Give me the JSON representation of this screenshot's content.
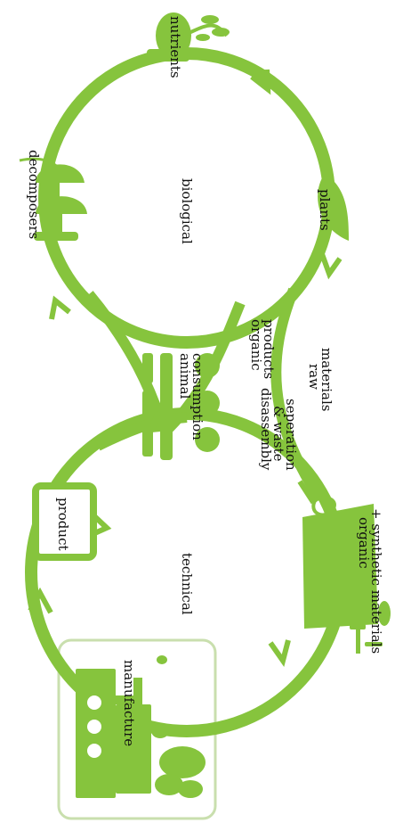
{
  "colors": {
    "primary": "#86c43d",
    "light": "#c9dfae",
    "text": "#111111",
    "background": "#ffffff"
  },
  "cycles": {
    "biological": "biological",
    "technical": "technical"
  },
  "nodes": {
    "nutrients": "nutrients",
    "plants": "plants",
    "decomposers": "decomposers",
    "organic_products": [
      "organic",
      "products"
    ],
    "animal_consumption": [
      "animal",
      "consumption"
    ],
    "raw_materials": [
      "raw",
      "materials"
    ],
    "disassembly": [
      "disassembly",
      "& waste",
      "seperation"
    ],
    "materials": [
      "organic",
      "+ synthetic materials"
    ],
    "product": "product",
    "manufacture": "manufacture"
  }
}
